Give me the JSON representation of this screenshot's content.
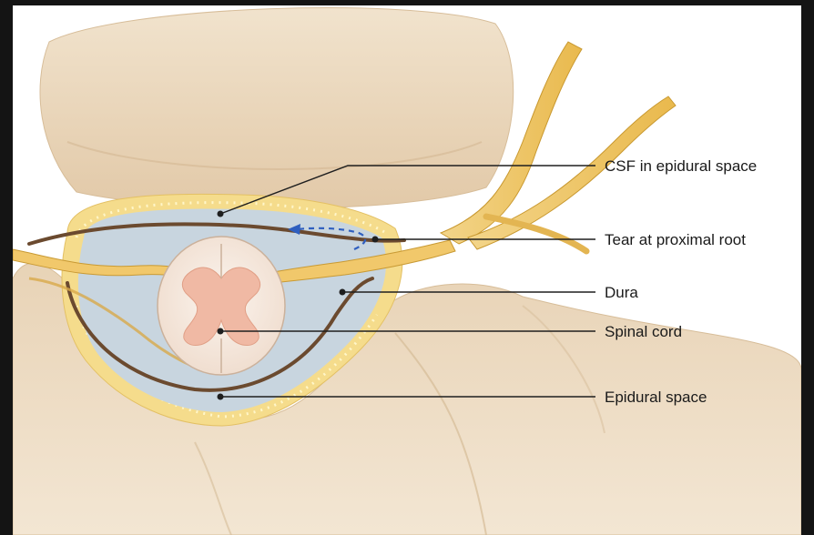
{
  "diagram": {
    "labels": {
      "csf": "CSF in epidural space",
      "tear": "Tear at proximal root",
      "dura": "Dura",
      "cord": "Spinal cord",
      "epidural": "Epidural space"
    },
    "colors": {
      "background": "#141414",
      "bone": "#ecd9c0",
      "bone_shadow": "#d9bf9d",
      "nerve": "#f1c86b",
      "csf_fluid": "#c7d4de",
      "dura_line": "#6b4a2f",
      "cord": "#f7ece3",
      "grey_matter": "#f0b9a4",
      "flow_arrow": "#2f5fbf"
    }
  }
}
